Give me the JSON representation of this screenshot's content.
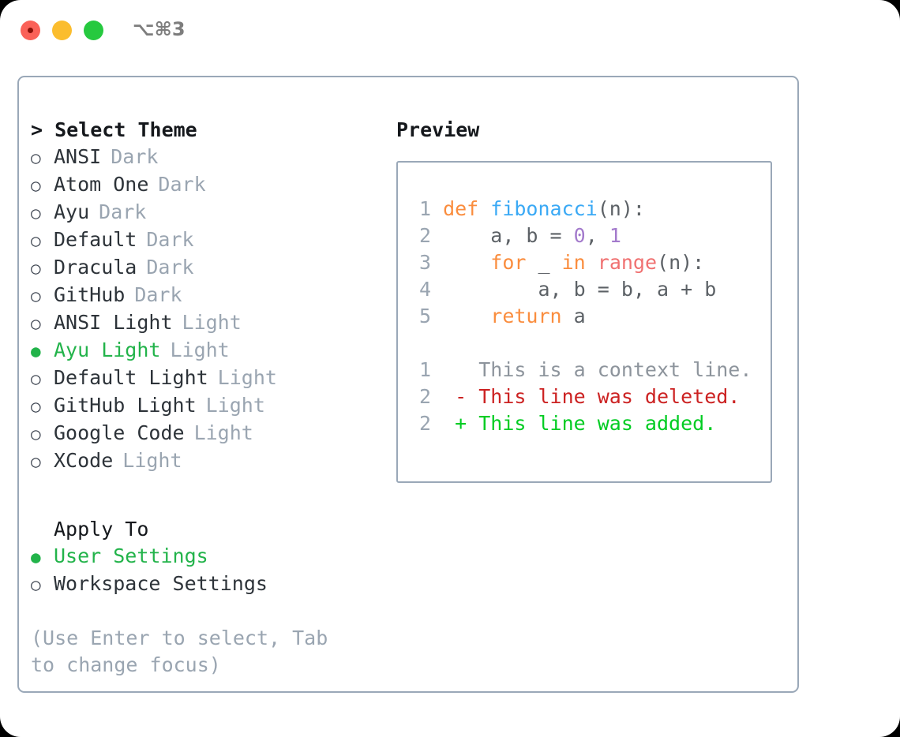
{
  "window": {
    "shortcut": "⌥⌘3",
    "traffic_lights": [
      "close-red",
      "minimize-yellow",
      "maximize-green"
    ]
  },
  "colors": {
    "accent_green": "#22b34a",
    "border": "#9aa8b8",
    "muted": "#9aa5b1",
    "text": "#2d3339",
    "keyword_orange": "#fa8d3e",
    "function_blue": "#3aa9f5",
    "number_purple": "#a37acc",
    "builtin_red": "#f07171",
    "diff_del": "#cc2222",
    "diff_add": "#00cc22"
  },
  "theme_list": {
    "title": "> Select Theme",
    "marker_unselected": "○",
    "marker_selected": "●",
    "items": [
      {
        "name": "ANSI",
        "variant": "Dark",
        "selected": false
      },
      {
        "name": "Atom One",
        "variant": "Dark",
        "selected": false
      },
      {
        "name": "Ayu",
        "variant": "Dark",
        "selected": false
      },
      {
        "name": "Default",
        "variant": "Dark",
        "selected": false
      },
      {
        "name": "Dracula",
        "variant": "Dark",
        "selected": false
      },
      {
        "name": "GitHub",
        "variant": "Dark",
        "selected": false
      },
      {
        "name": "ANSI Light",
        "variant": "Light",
        "selected": false
      },
      {
        "name": "Ayu Light",
        "variant": "Light",
        "selected": true
      },
      {
        "name": "Default Light",
        "variant": "Light",
        "selected": false
      },
      {
        "name": "GitHub Light",
        "variant": "Light",
        "selected": false
      },
      {
        "name": "Google Code",
        "variant": "Light",
        "selected": false
      },
      {
        "name": "XCode",
        "variant": "Light",
        "selected": false
      }
    ]
  },
  "apply_to": {
    "title": "Apply To",
    "items": [
      {
        "name": "User Settings",
        "selected": true
      },
      {
        "name": "Workspace Settings",
        "selected": false
      }
    ]
  },
  "help_text": "(Use Enter to select, Tab to change focus)",
  "preview": {
    "title": "Preview",
    "code_lines": [
      {
        "ln": "1",
        "tokens": [
          {
            "t": "def ",
            "c": "kw"
          },
          {
            "t": "fibonacci",
            "c": "fn"
          },
          {
            "t": "(n):",
            "c": "pl"
          }
        ]
      },
      {
        "ln": "2",
        "tokens": [
          {
            "t": "    a, b = ",
            "c": "pl"
          },
          {
            "t": "0",
            "c": "num"
          },
          {
            "t": ", ",
            "c": "pl"
          },
          {
            "t": "1",
            "c": "num"
          }
        ]
      },
      {
        "ln": "3",
        "tokens": [
          {
            "t": "    ",
            "c": "pl"
          },
          {
            "t": "for",
            "c": "kw"
          },
          {
            "t": " _ ",
            "c": "pl"
          },
          {
            "t": "in",
            "c": "kw"
          },
          {
            "t": " ",
            "c": "pl"
          },
          {
            "t": "range",
            "c": "bi"
          },
          {
            "t": "(n):",
            "c": "pl"
          }
        ]
      },
      {
        "ln": "4",
        "tokens": [
          {
            "t": "        a, b = b, a + b",
            "c": "pl"
          }
        ]
      },
      {
        "ln": "5",
        "tokens": [
          {
            "t": "    ",
            "c": "pl"
          },
          {
            "t": "return",
            "c": "kw"
          },
          {
            "t": " a",
            "c": "pl"
          }
        ]
      }
    ],
    "diff_lines": [
      {
        "ln": "1",
        "sign": " ",
        "text": "This is a context line.",
        "kind": "ctx"
      },
      {
        "ln": "2",
        "sign": "-",
        "text": "This line was deleted.",
        "kind": "del"
      },
      {
        "ln": "2",
        "sign": "+",
        "text": "This line was added.",
        "kind": "add"
      }
    ]
  }
}
